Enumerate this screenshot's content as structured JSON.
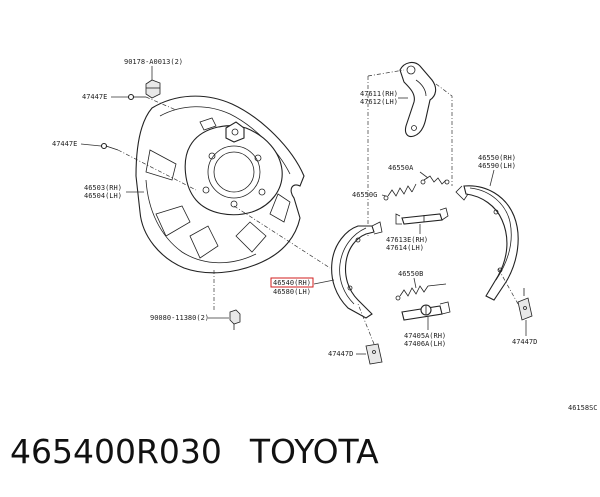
{
  "diagram": {
    "labels": {
      "bolt_top": "90178-A0013(2)",
      "bolt_e1": "47447E",
      "bolt_e2": "47447E",
      "plate_rh": "46503(RH)",
      "plate_lh": "46504(LH)",
      "bolt_bottom": "90080-11380(2)",
      "lever_rh": "47611(RH)",
      "lever_lh": "47612(LH)",
      "spring_a": "46550A",
      "spring_g": "46550G",
      "shoe_r_rh": "46550(RH)",
      "shoe_r_lh": "46590(LH)",
      "strut_rh": "47613E(RH)",
      "strut_lh": "47614(LH)",
      "shoe_l_rh": "46540(RH)",
      "shoe_l_lh": "46580(LH)",
      "spring_b": "46550B",
      "adjuster_rh": "47405A(RH)",
      "adjuster_lh": "47406A(LH)",
      "clip_d1": "47447D",
      "clip_d2": "47447D",
      "figure_code": "46158SC"
    }
  },
  "caption": {
    "part_number": "465400R030",
    "brand": "TOYOTA"
  },
  "colors": {
    "highlight": "#d21e1e",
    "ink": "#222222"
  }
}
